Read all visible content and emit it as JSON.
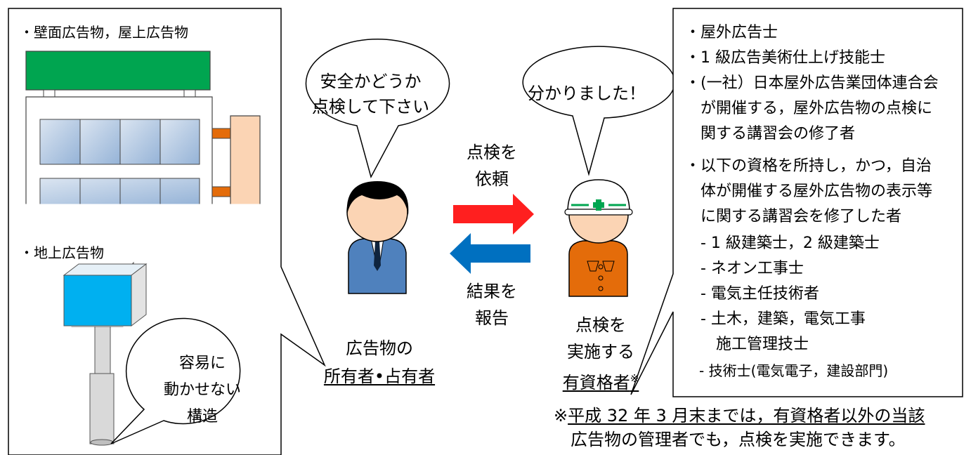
{
  "left_panel": {
    "wall_label": "・壁面広告物，屋上広告物",
    "ground_label": "・地上広告物",
    "speech_lines": [
      "容易に",
      "動かせない",
      "構造"
    ]
  },
  "owner": {
    "speech_lines": [
      "安全かどうか",
      "点検して下さい"
    ],
    "caption_line1": "広告物の",
    "caption_line2": "所有者•占有者"
  },
  "arrows": {
    "request_lines": [
      "点検を",
      "依頼"
    ],
    "report_lines": [
      "結果を",
      "報告"
    ],
    "request_color": "#ff1f1f",
    "report_color": "#0070c0"
  },
  "inspector": {
    "speech": "分かりました！",
    "caption_line1": "点検を",
    "caption_line2": "実施する",
    "caption_line3": "有資格者",
    "caption_mark": "※"
  },
  "qualifications": {
    "lines": [
      "・屋外広告士",
      "・1 級広告美術仕上げ技能士",
      "・(一社）日本屋外広告業団体連合会",
      "　が開催する，屋外広告物の点検に",
      "　関する講習会の修了者",
      "・以下の資格を所持し，かつ，自治",
      "　体が開催する屋外広告物の表示等",
      "　に関する講習会を修了した者",
      "　- 1 級建築士，2 級建築士",
      "　- ネオン工事士",
      "　- 電気主任技術者",
      "　- 土木，建築，電気工事",
      "　　施工管理技士",
      "　- 技術士(電気電子，建設部門)"
    ]
  },
  "footnote": {
    "mark": "※",
    "line1_underlined": "平成 32 年 3 月末までは，有資格者以外の当該",
    "line2": "広告物の管理者でも，点検を実施できます。"
  },
  "colors": {
    "billboard_green": "#00a550",
    "window_blue": "#b8cce4",
    "sign_cyan": "#00b0f0",
    "suit_blue": "#4f81bd",
    "skin": "#fbd4b4",
    "uniform_orange": "#e46c0a"
  }
}
